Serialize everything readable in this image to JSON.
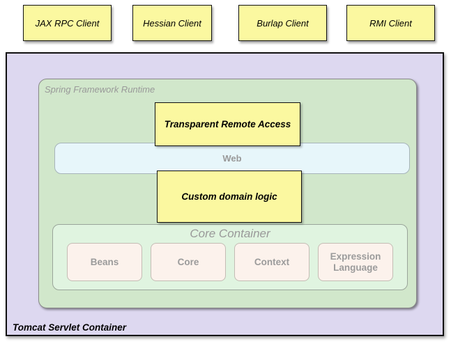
{
  "colors": {
    "client_box_bg": "#FBF8A0",
    "tomcat_bg": "#DDD8F0",
    "runtime_bg": "#D1E7CB",
    "web_bg": "#E7F6FA",
    "core_bg": "#E0F4E0",
    "module_bg": "#FCF2EC",
    "gray_label_text": "#999999",
    "box_border": "#111111"
  },
  "clients": [
    {
      "label": "JAX RPC Client"
    },
    {
      "label": "Hessian Client"
    },
    {
      "label": "Burlap Client"
    },
    {
      "label": "RMI Client"
    }
  ],
  "tomcat": {
    "label": "Tomcat Servlet Container"
  },
  "runtime": {
    "label": "Spring Framework Runtime"
  },
  "remote_access": {
    "label": "Transparent Remote Access"
  },
  "web": {
    "label": "Web"
  },
  "domain_logic": {
    "label": "Custom domain logic"
  },
  "core_container": {
    "label": "Core Container",
    "modules": [
      {
        "label": "Beans"
      },
      {
        "label": "Core"
      },
      {
        "label": "Context"
      },
      {
        "label": "Expression Language"
      }
    ]
  }
}
